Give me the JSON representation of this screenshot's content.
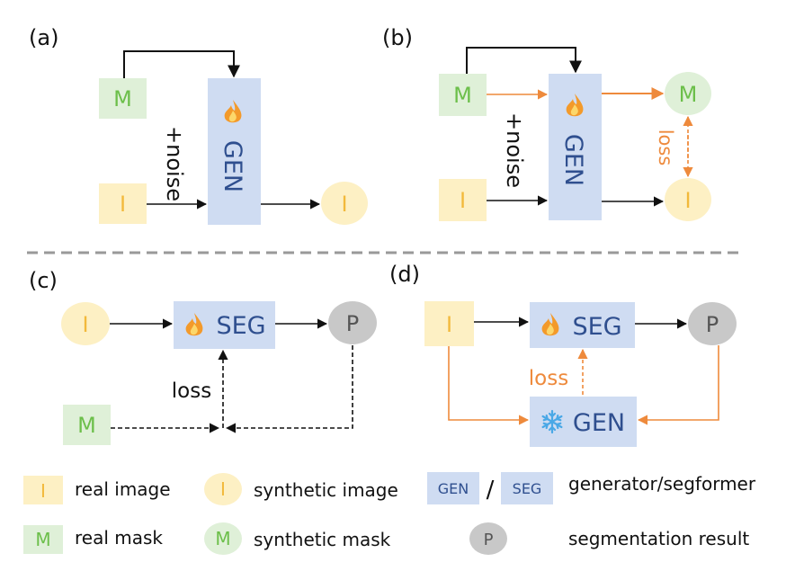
{
  "panels": {
    "a": {
      "label": "(a)",
      "noise": "+noise"
    },
    "b": {
      "label": "(b)",
      "noise": "+noise",
      "loss": "loss"
    },
    "c": {
      "label": "(c)",
      "loss": "loss"
    },
    "d": {
      "label": "(d)",
      "loss": "loss"
    }
  },
  "nodes": {
    "mask": "M",
    "image": "I",
    "gen": "GEN",
    "seg": "SEG",
    "pred": "P"
  },
  "legend": {
    "real_image": "real image",
    "synthetic_image": "synthetic image",
    "real_mask": "real mask",
    "synthetic_mask": "synthetic mask",
    "gen_label": "GEN",
    "slash": "/",
    "seg_label": "SEG",
    "gen_seg_desc": "generator/segformer",
    "seg_result": "segmentation result"
  },
  "icons": {
    "trainable": "flame-icon",
    "frozen": "snowflake-icon"
  },
  "colors": {
    "image_fill": "#fdf0c4",
    "image_text": "#f2b93b",
    "mask_fill": "#dff0d8",
    "mask_text": "#6cbf4a",
    "module_fill": "#cfdcf2",
    "module_text": "#2f4f8f",
    "pred_fill": "#c8c8c8",
    "pred_text": "#555555",
    "orange": "#ee8a3c",
    "black": "#111111",
    "divider": "#999999"
  }
}
